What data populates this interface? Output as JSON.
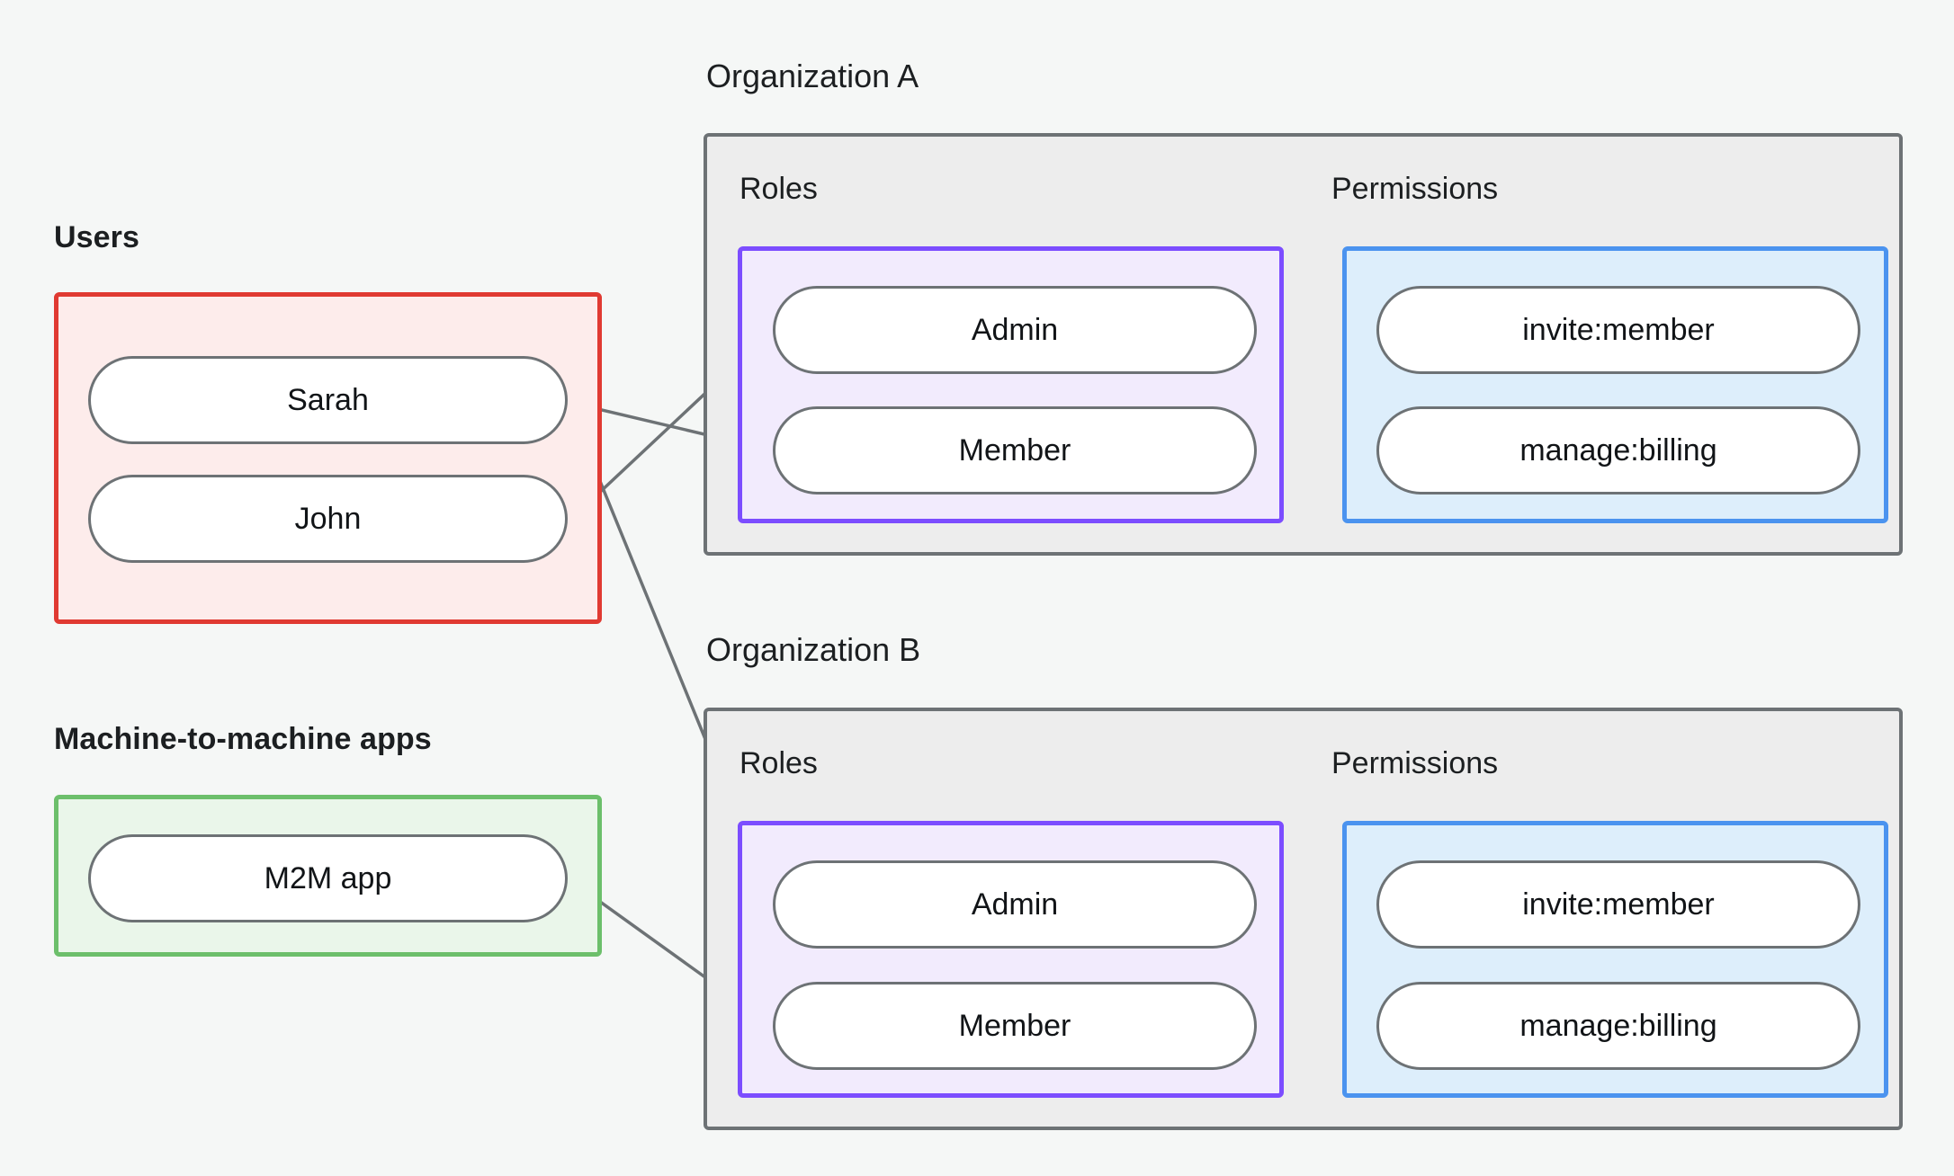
{
  "diagram": {
    "title_groups": {
      "users": "Users",
      "m2m": "Machine-to-machine apps"
    },
    "organizations": [
      {
        "id": "org-a",
        "label": "Organization A",
        "roles_label": "Roles",
        "permissions_label": "Permissions",
        "roles": [
          "Admin",
          "Member"
        ],
        "permissions": [
          "invite:member",
          "manage:billing"
        ]
      },
      {
        "id": "org-b",
        "label": "Organization B",
        "roles_label": "Roles",
        "permissions_label": "Permissions",
        "roles": [
          "Admin",
          "Member"
        ],
        "permissions": [
          "invite:member",
          "manage:billing"
        ]
      }
    ],
    "users": [
      "Sarah",
      "John"
    ],
    "m2m_apps": [
      "M2M app"
    ],
    "edges": [
      {
        "from": "Sarah",
        "to": "org-a.Member"
      },
      {
        "from": "Sarah",
        "to": "org-b.Admin"
      },
      {
        "from": "John",
        "to": "org-a.Admin"
      },
      {
        "from": "M2M app",
        "to": "org-b.Member"
      },
      {
        "from": "org-a.Admin",
        "to": "org-a.invite:member"
      },
      {
        "from": "org-a.Admin",
        "to": "org-a.manage:billing"
      },
      {
        "from": "org-a.Member",
        "to": "org-a.manage:billing"
      },
      {
        "from": "org-b.Admin",
        "to": "org-b.invite:member"
      },
      {
        "from": "org-b.Admin",
        "to": "org-b.manage:billing"
      },
      {
        "from": "org-b.Member",
        "to": "org-b.manage:billing"
      }
    ],
    "colors": {
      "background": "#f5f7f6",
      "users_border": "#e03a32",
      "users_fill": "#fdeceb",
      "m2m_border": "#6cbf6b",
      "m2m_fill": "#eaf6ea",
      "org_border": "#6d7275",
      "org_fill": "#ededed",
      "roles_border": "#7c4dff",
      "roles_fill": "#f2ebfd",
      "permissions_border": "#4b93ef",
      "permissions_fill": "#ddeefb",
      "node_border": "#6d7275",
      "node_fill": "#ffffff",
      "edge": "#6d7275",
      "text": "#1c1f21"
    }
  }
}
